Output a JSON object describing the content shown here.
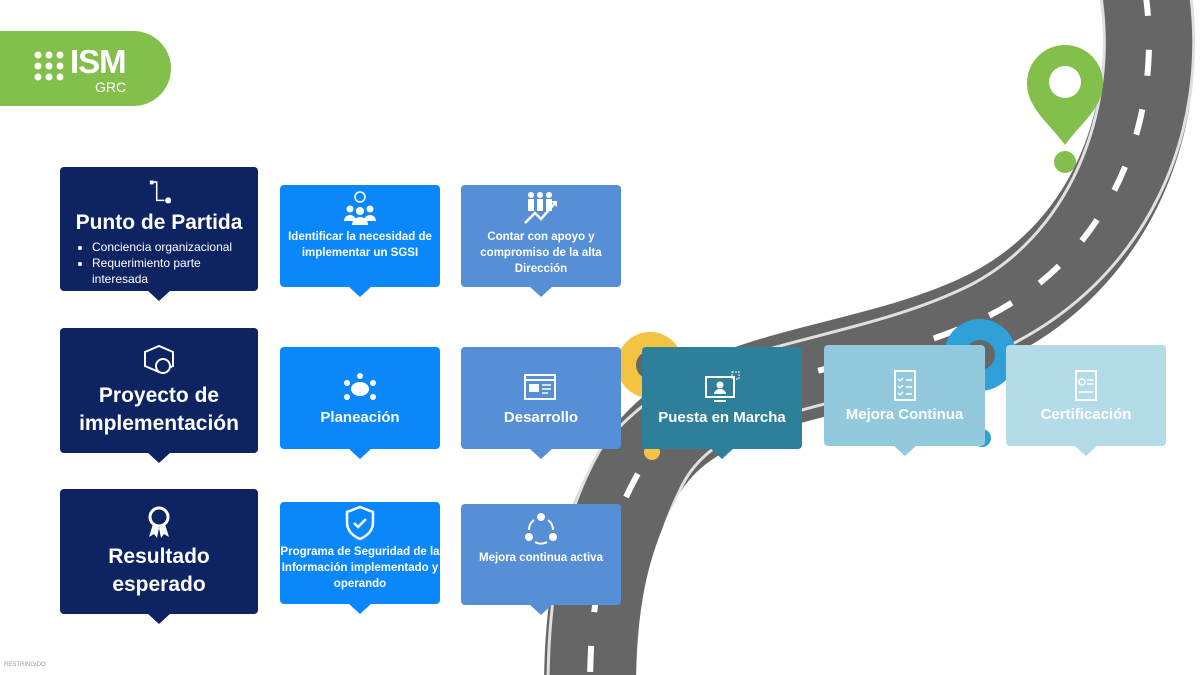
{
  "logo": {
    "brand": "ISM",
    "sub": "GRC"
  },
  "row1": {
    "start": {
      "title": "Punto de Partida",
      "bullets": [
        "Conciencia organizacional",
        "Requerimiento parte interesada"
      ]
    },
    "step1": "Identificar la necesidad de implementar un SGSI",
    "step2": "Contar con apoyo y compromiso de la alta Dirección"
  },
  "row2": {
    "title": "Proyecto de implementación",
    "phases": [
      "Planeación",
      "Desarrollo",
      "Puesta en Marcha",
      "Mejora Continua",
      "Certificación"
    ]
  },
  "row3": {
    "title": "Resultado esperado",
    "result1": "Programa de Seguridad de la Información implementado y operando",
    "result2": "Mejora continua activa"
  },
  "footer": "RESTRINGIDO",
  "colors": {
    "navy": "#0e2462",
    "blue": "#0a88fb",
    "mid": "#568fd6",
    "teal": "#2e7f99",
    "green": "#82bf4b"
  }
}
